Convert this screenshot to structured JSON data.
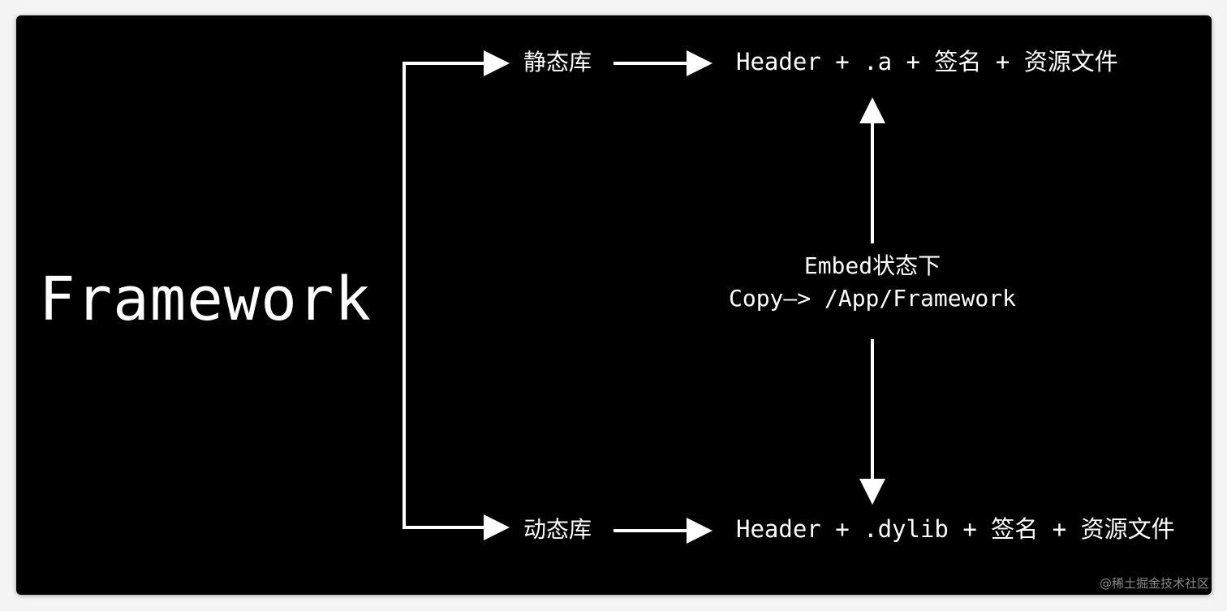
{
  "diagram": {
    "root": "Framework",
    "branches": {
      "static": {
        "label": "静态库",
        "result": "Header + .a + 签名 + 资源文件"
      },
      "dynamic": {
        "label": "动态库",
        "result": "Header + .dylib + 签名 + 资源文件"
      }
    },
    "note": {
      "line1": "Embed状态下",
      "line2": "Copy—> /App/Framework"
    }
  },
  "watermark": "@稀土掘金技术社区",
  "colors": {
    "background": "#000000",
    "foreground": "#ffffff",
    "page": "#f4f4f4",
    "watermark": "#8a8a8a"
  }
}
